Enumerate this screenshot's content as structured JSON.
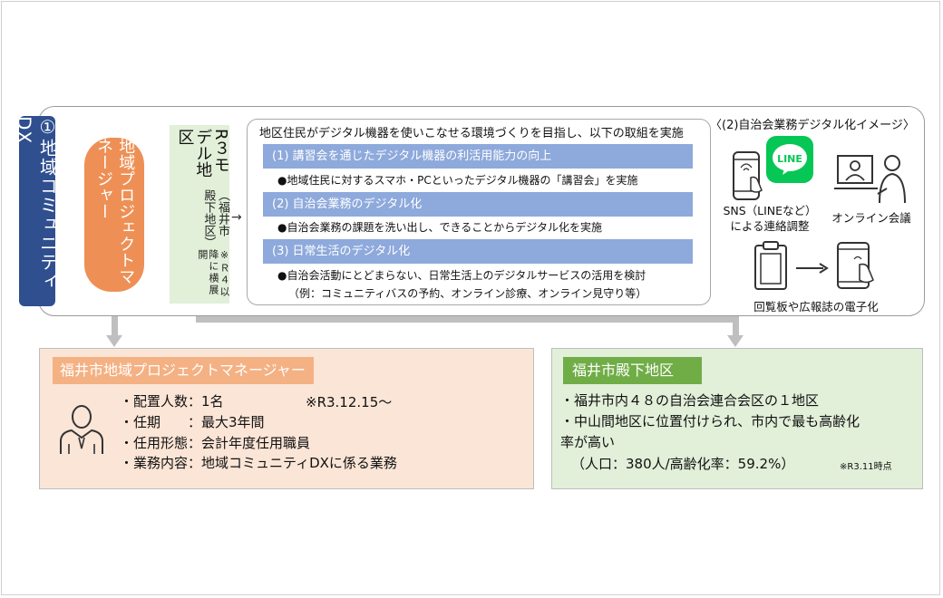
{
  "dx_label": "①地域コミュニティDX",
  "pm_pill_label": "地域プロジェクトマネージャー",
  "model": {
    "title": "R３モデル地区",
    "subtitle": "（福井市殿下地区）",
    "note": "※Ｒ４以降に横展開"
  },
  "actions": {
    "heading": "地区住民がデジタル機器を使いこなせる環境づくりを目指し、以下の取組を実施",
    "items": [
      {
        "label": "(1) 講習会を通じたデジタル機器の利活用能力の向上",
        "desc": "●地域住民に対するスマホ・PCといったデジタル機器の「講習会」を実施"
      },
      {
        "label": "(2) 自治会業務のデジタル化",
        "desc": "●自治会業務の課題を洗い出し、できることからデジタル化を実施"
      },
      {
        "label": "(3) 日常生活のデジタル化",
        "desc": "●自治会活動にとどまらない、日常生活上のデジタルサービスの活用を検討",
        "desc2": "（例：コミュニティバスの予約、オンライン診療、オンライン見守り等）"
      }
    ]
  },
  "image": {
    "heading": "〈(2)自治会業務デジタル化イメージ〉",
    "line_logo_text": "LINE",
    "sns_caption_1": "SNS（LINEなど）",
    "sns_caption_2": "による連絡調整",
    "online_caption": "オンライン会議",
    "circular_caption": "回覧板や広報誌の電子化"
  },
  "pm_info": {
    "title": "福井市地域プロジェクトマネージャー",
    "lines": [
      "・配置人数：1名",
      "・任期　　：最大3年間",
      "・任用形態：会計年度任用職員",
      "・業務内容：地域コミュニティDXに係る業務"
    ],
    "since": "※R3.12.15～"
  },
  "district": {
    "title": "福井市殿下地区",
    "lines": [
      "・福井市内４８の自治会連合会区の１地区",
      "・中山間地区に位置付けられ、市内で最も高齢化",
      "率が高い"
    ],
    "stats": "（人口：380人/高齢化率：59.2%）",
    "note": "※R3.11時点"
  },
  "colors": {
    "dx_tab": "#2f4f8f",
    "pm_orange": "#ee9055",
    "pm_light": "#fbe5d6",
    "pm_title": "#f4b183",
    "action_bar": "#8ea9db",
    "green_light": "#e2efd9",
    "green_title": "#70ad47",
    "line_green": "#06c755",
    "connector_gray": "#bfbfbf"
  },
  "icons": [
    "smartphone-icon",
    "line-logo-icon",
    "video-meeting-icon",
    "clipboard-icon",
    "arrow-right-icon",
    "tablet-touch-icon",
    "person-icon"
  ]
}
